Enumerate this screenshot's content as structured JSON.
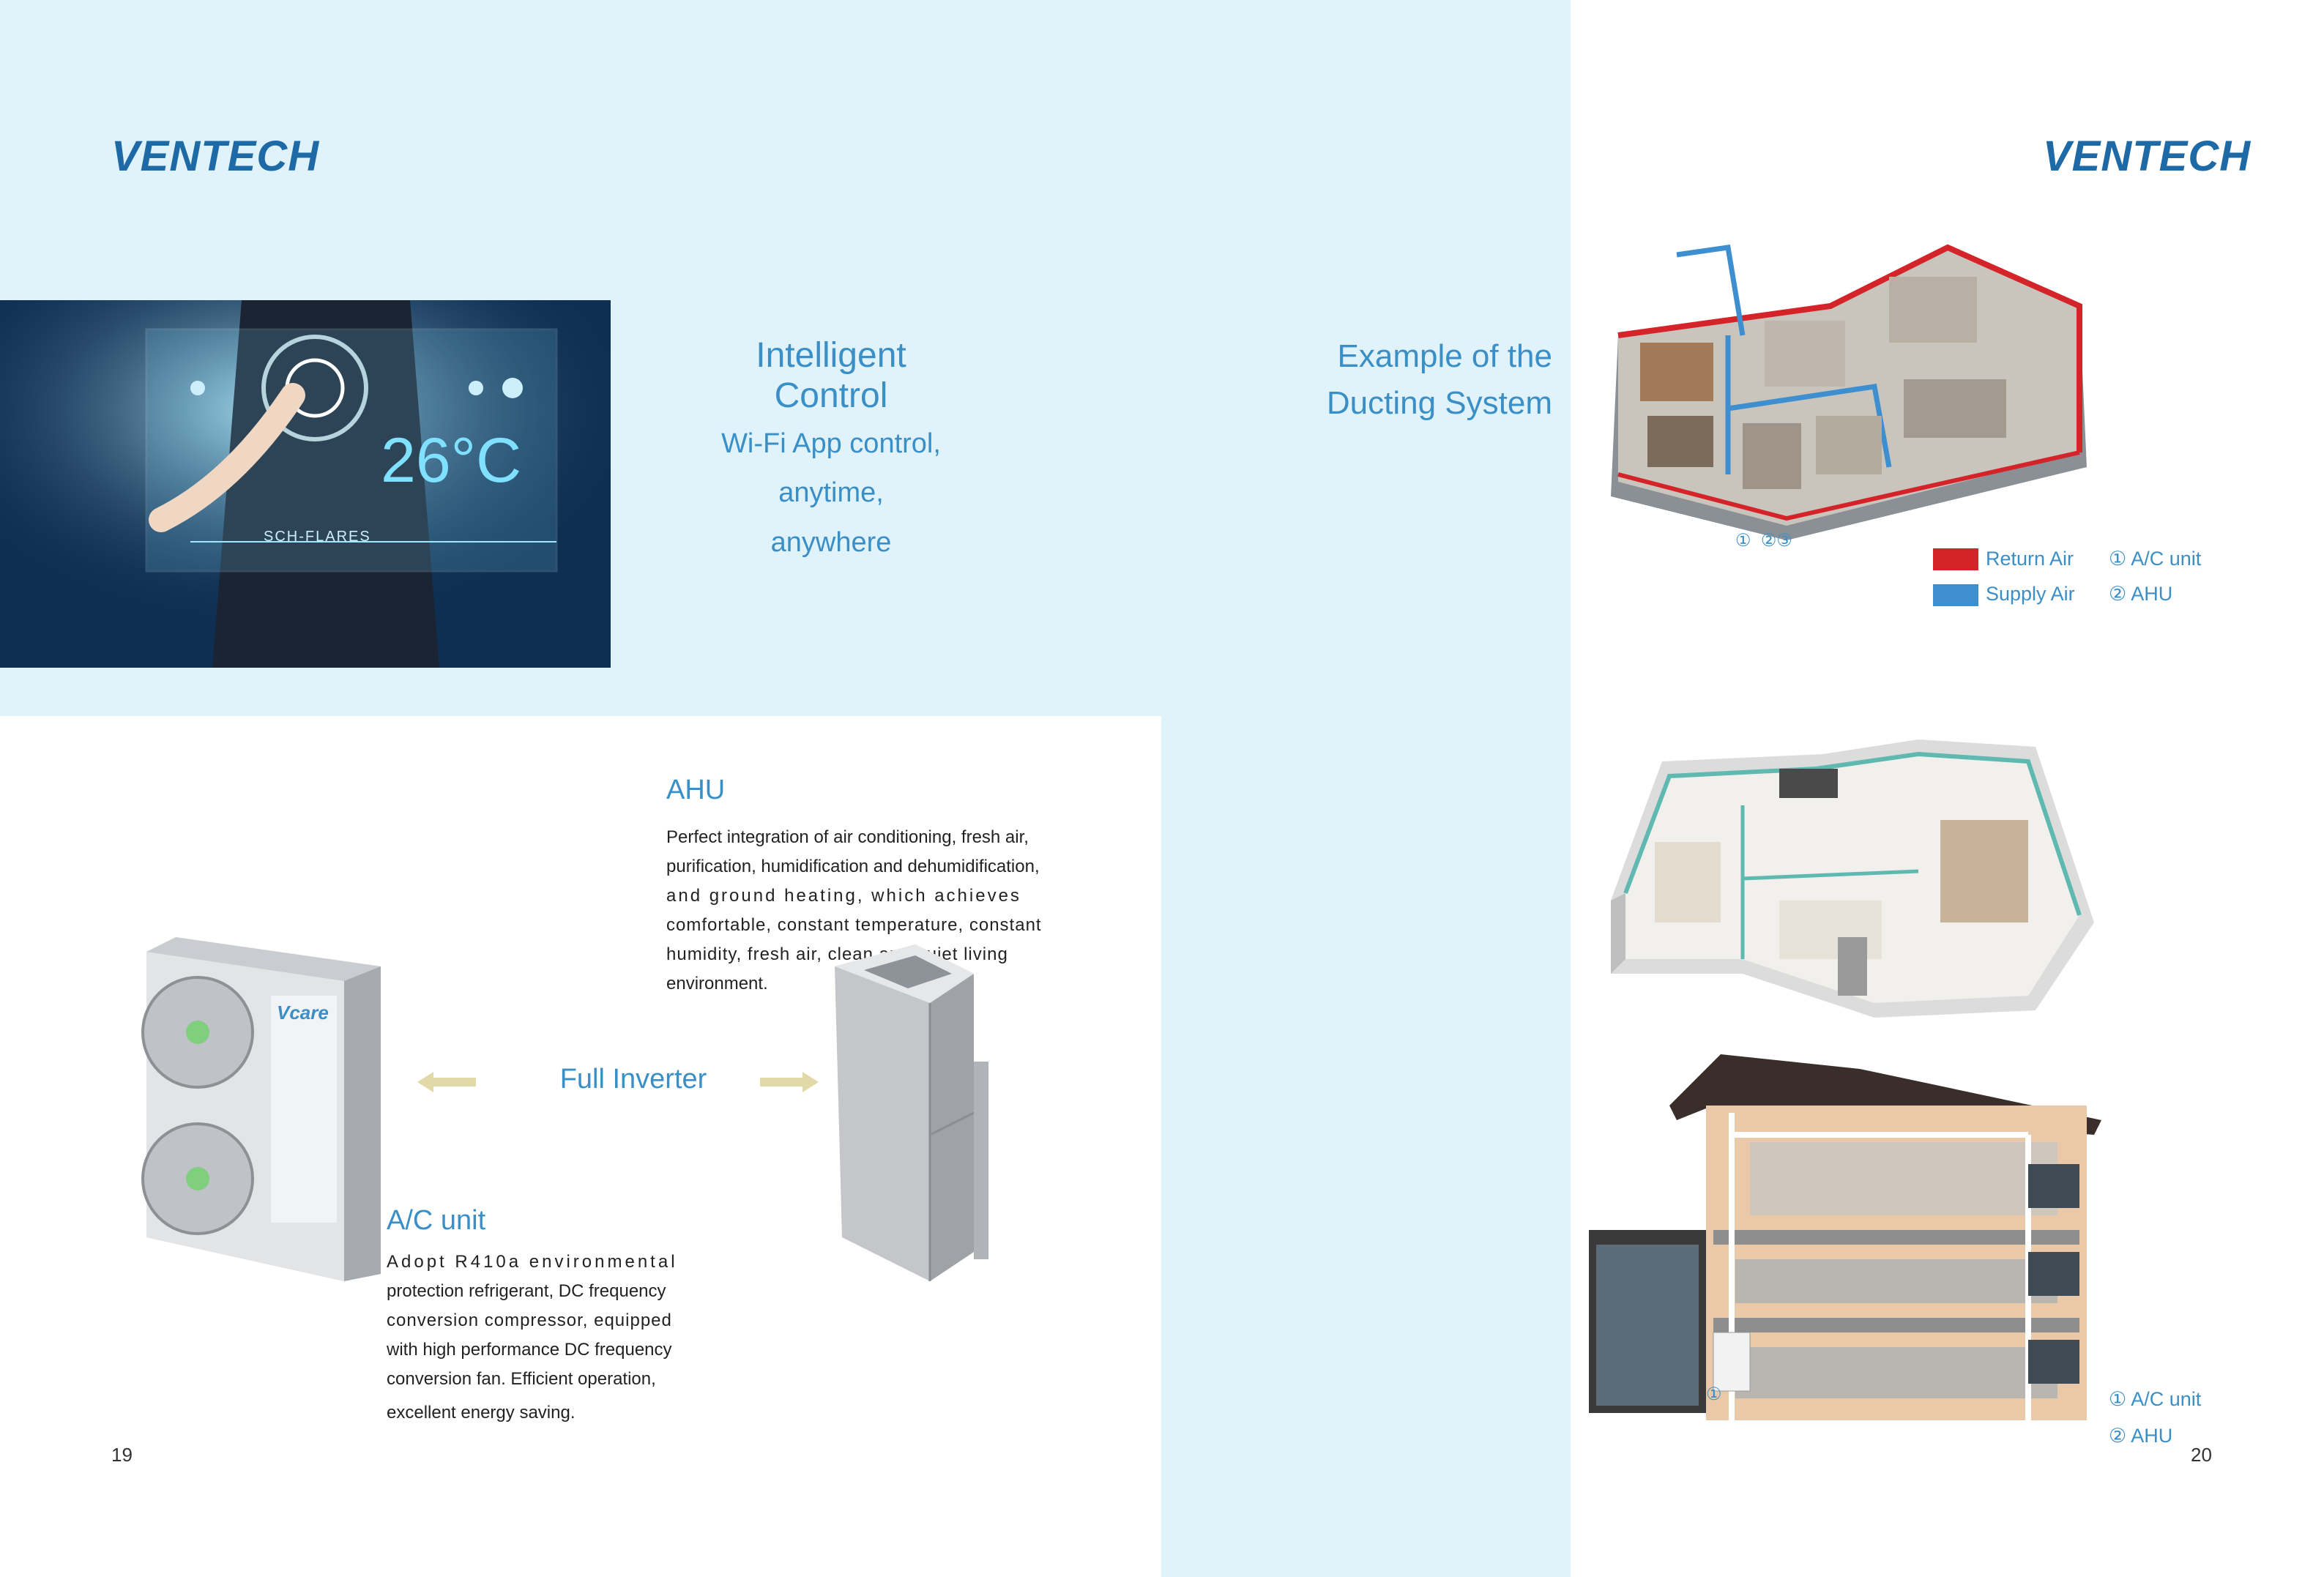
{
  "brand": {
    "logo_text": "VENTECH"
  },
  "left_page": {
    "intelligent_control": {
      "title": "Intelligent Control",
      "line1": "Wi-Fi App control,",
      "line2": "anytime,",
      "line3": "anywhere"
    },
    "photo": {
      "temp_display": "26°C",
      "caption": "SCH-FLARES"
    },
    "ahu": {
      "title": "AHU",
      "lines": [
        "Perfect integration of air conditioning, fresh air,",
        "purification, humidification and dehumidification,",
        "and ground heating, which achieves",
        "comfortable, constant temperature, constant",
        "humidity, fresh air, clean and quiet living",
        "environment."
      ]
    },
    "center_label": "Full Inverter",
    "unit_brand": "Vcare",
    "ac_unit": {
      "title": "A/C unit",
      "lines": [
        "Adopt R410a environmental",
        "protection refrigerant, DC frequency",
        "conversion compressor, equipped",
        "with high performance DC frequency",
        "conversion fan. Efficient operation,",
        "excellent energy saving."
      ]
    },
    "page_number": "19"
  },
  "right_page": {
    "example_title_line1": "Example of the",
    "example_title_line2": "Ducting System",
    "legend": {
      "return_air": "Return Air",
      "supply_air": "Supply Air",
      "ac_unit": "① A/C unit",
      "ahu": "② AHU",
      "return_color": "#d4242a",
      "supply_color": "#3d8fd0"
    },
    "plan_markers": "①  ②③",
    "house_marker": "①",
    "house_legend": {
      "ac_unit": "① A/C unit",
      "ahu": "② AHU"
    },
    "page_number": "20"
  }
}
